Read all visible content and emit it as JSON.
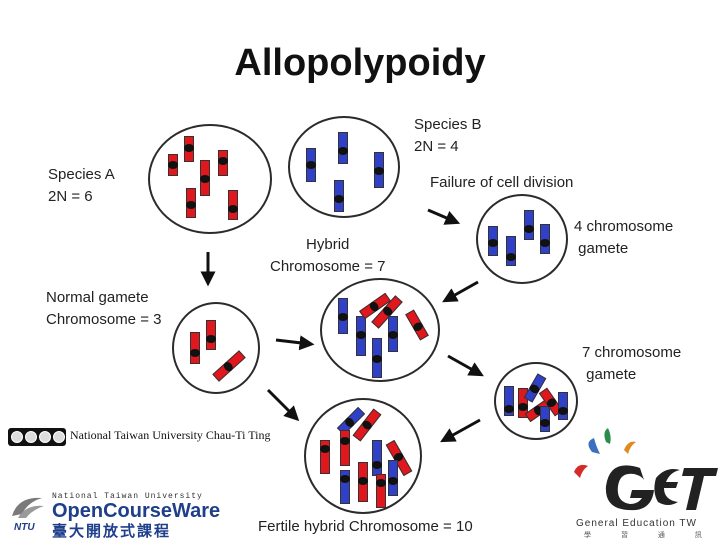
{
  "title": "Allopolypoidy",
  "labels": {
    "species_a": "Species A\n2N = 6",
    "species_b": "Species B\n2N = 4",
    "failure": "Failure of cell division",
    "hybrid": "Hybrid\nChromosome = 7",
    "four_gamete": "4 chromosome\n gamete",
    "normal_gamete": "Normal gamete\nChromosome = 3",
    "seven_gamete": "7 chromosome\n gamete",
    "fertile": "Fertile hybrid Chromosome = 10"
  },
  "colors": {
    "species_a_chromosome": "#e0171c",
    "species_b_chromosome": "#3041c8",
    "centromere": "#111111",
    "cell_outline": "#2b2b2b"
  },
  "footer": {
    "credit": "National Taiwan University Chau-Ti Ting",
    "ntu_english": "National Taiwan University",
    "ntu_ocw": "OpenCourseWare",
    "ntu_chinese": "臺大開放式課程",
    "ntu_abbrev": "NTU",
    "get_logo_text": "General Education TW",
    "get_logo_sub": "學 習 通 訊"
  },
  "license_badge": "cc-by-nc-sa",
  "icons": [
    "arrow-icon",
    "cc-license-icon",
    "ntu-logo-icon",
    "get-logo-icon"
  ]
}
